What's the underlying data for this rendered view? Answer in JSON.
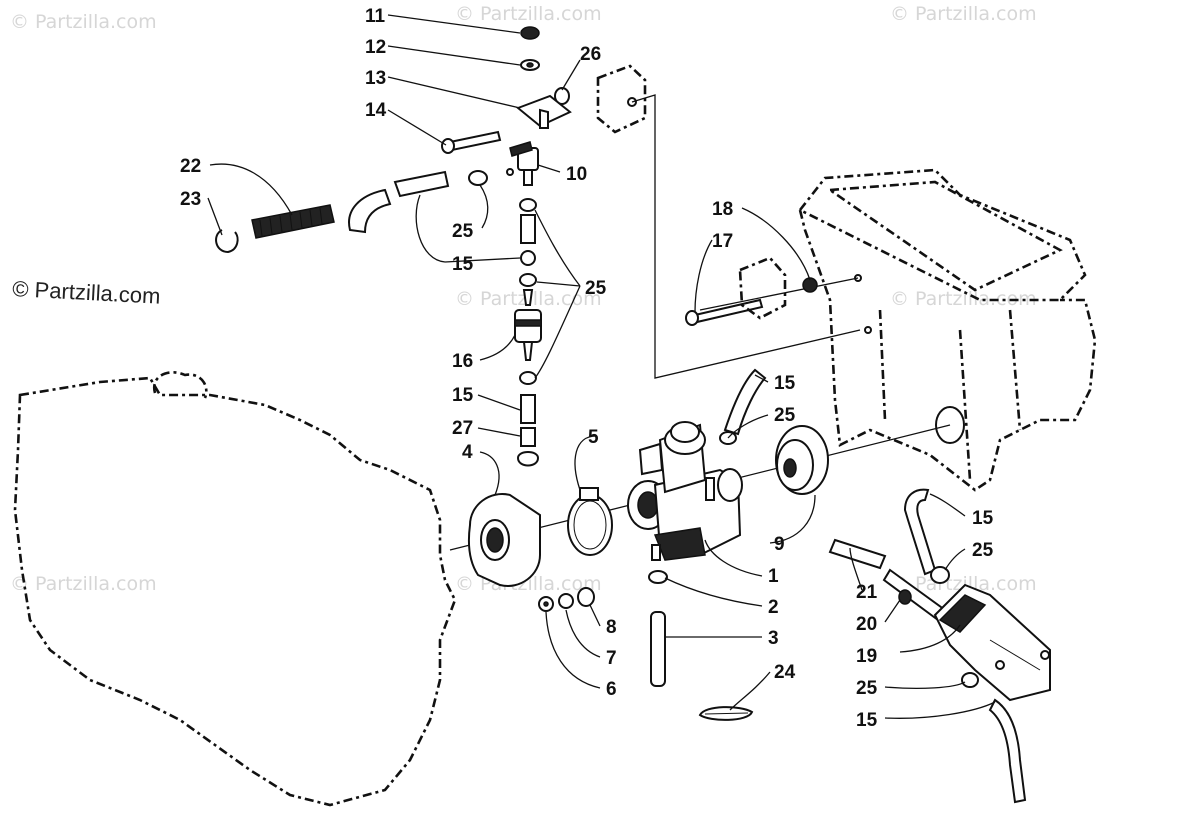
{
  "watermarks": {
    "faint": "© Partzilla.com",
    "dark": "© Partzilla.com"
  },
  "callouts": {
    "c11": "11",
    "c12": "12",
    "c13": "13",
    "c14": "14",
    "c26": "26",
    "c10": "10",
    "c22": "22",
    "c23": "23",
    "c25a": "25",
    "c15a": "15",
    "c25b": "25",
    "c16": "16",
    "c15b": "15",
    "c27": "27",
    "c4": "4",
    "c5": "5",
    "c18": "18",
    "c17": "17",
    "c15c": "15",
    "c25c": "25",
    "c9": "9",
    "c1": "1",
    "c2": "2",
    "c3": "3",
    "c8": "8",
    "c7": "7",
    "c6": "6",
    "c24": "24",
    "c15d": "15",
    "c25d": "25",
    "c21": "21",
    "c20": "20",
    "c19": "19",
    "c25e": "25",
    "c15e": "15"
  }
}
